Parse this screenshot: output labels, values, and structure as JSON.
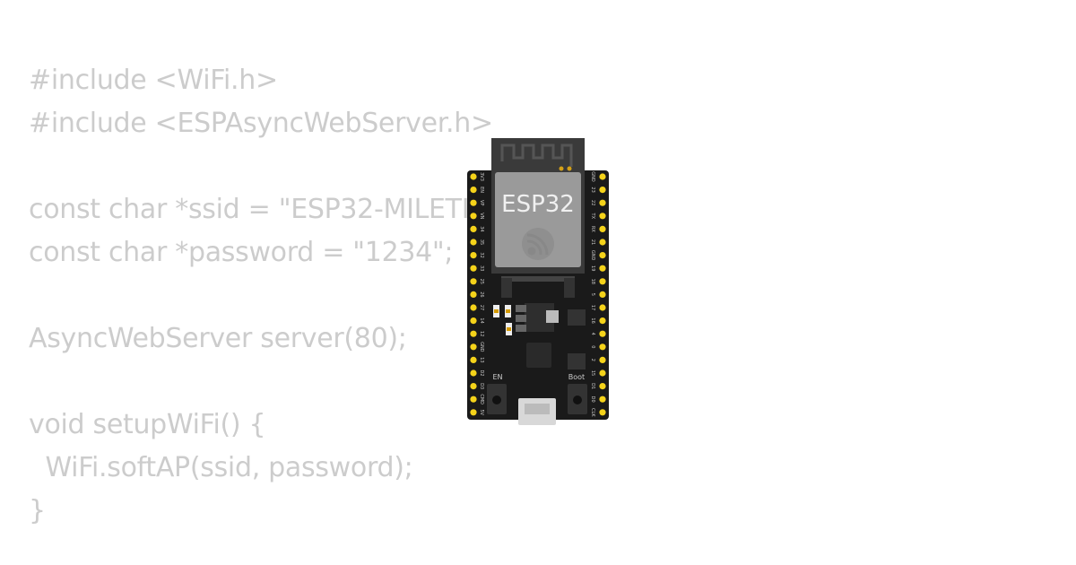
{
  "code_lines": [
    "#include <WiFi.h>",
    "#include <ESPAsyncWebServer.h>",
    "",
    "const char *ssid = \"ESP32-MILETI",
    "const char *password = \"1234\";",
    "",
    "AsyncWebServer server(80);",
    "",
    "void setupWiFi() {",
    "  WiFi.softAP(ssid, password);",
    "}"
  ],
  "board": {
    "module_label": "ESP32",
    "en_label": "EN",
    "boot_label": "Boot",
    "left_pins": [
      "3V3",
      "EN",
      "VP",
      "VN",
      "34",
      "35",
      "32",
      "33",
      "25",
      "26",
      "27",
      "14",
      "12",
      "GND",
      "13",
      "D2",
      "D3",
      "CMD",
      "5V"
    ],
    "right_pins": [
      "GND",
      "23",
      "22",
      "TX",
      "RX",
      "21",
      "GND",
      "19",
      "18",
      "5",
      "17",
      "16",
      "4",
      "0",
      "2",
      "15",
      "D1",
      "D0",
      "CLK"
    ],
    "colors": {
      "pcb": "#1a1a1a",
      "pin": "#f5d31a",
      "module": "#7d7d7d",
      "shield": "#9a9a9a"
    }
  }
}
